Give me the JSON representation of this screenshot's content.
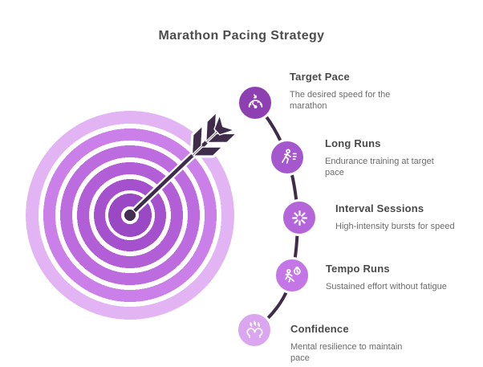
{
  "title": "Marathon Pacing Strategy",
  "colors": {
    "title_text": "#4d4d4d",
    "heading_text": "#4a4a4a",
    "description_text": "#6b6b6b",
    "arrow_dark": "#3f2b4a",
    "background": "#ffffff"
  },
  "target": {
    "arrow_color": "#3f2b4a",
    "center_dot": "#462f52",
    "rings": [
      {
        "color": "#462f52",
        "to": 7
      },
      {
        "color": "#ffffff",
        "to": 11
      },
      {
        "color": "#9b48c5",
        "to": 27
      },
      {
        "color": "#ffffff",
        "to": 31
      },
      {
        "color": "#a551cd",
        "to": 45
      },
      {
        "color": "#ffffff",
        "to": 51
      },
      {
        "color": "#b15ed7",
        "to": 66
      },
      {
        "color": "#ffffff",
        "to": 72
      },
      {
        "color": "#bd6ce0",
        "to": 87
      },
      {
        "color": "#ffffff",
        "to": 93
      },
      {
        "color": "#ca7fe9",
        "to": 108
      },
      {
        "color": "#ffffff",
        "to": 114
      },
      {
        "color": "#e2b4f4",
        "to": 130
      }
    ]
  },
  "steps": [
    {
      "name": "Target Pace",
      "description": "The desired speed for the marathon",
      "icon": "gauge-icon",
      "color": "#8e40b2"
    },
    {
      "name": "Long Runs",
      "description": "Endurance training at target pace",
      "icon": "runner-icon",
      "color": "#a558ce"
    },
    {
      "name": "Interval Sessions",
      "description": "High-intensity bursts for speed",
      "icon": "burst-icon",
      "color": "#b465da"
    },
    {
      "name": "Tempo Runs",
      "description": "Sustained effort without fatigue",
      "icon": "runner-stopwatch-icon",
      "color": "#c475e6"
    },
    {
      "name": "Confidence",
      "description": "Mental resilience to maintain pace",
      "icon": "mental-resilience-icon",
      "color": "#d9a6ef"
    }
  ]
}
